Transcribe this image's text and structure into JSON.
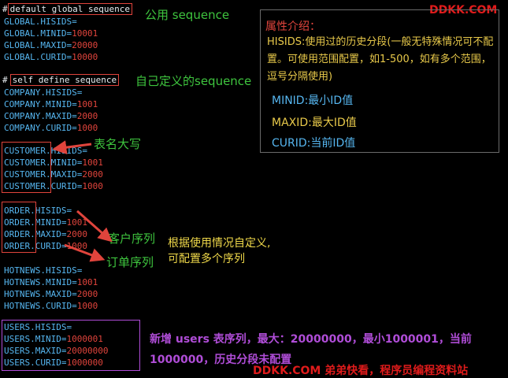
{
  "brand": {
    "top": "DDKK.COM",
    "bottom": "DDKK.COM 弟弟快看，程序员编程资料站",
    "color": "#e01b1b"
  },
  "colors": {
    "key_blue": "#56b6f0",
    "value_red": "#e0443c",
    "annotation_green": "#3ec43e",
    "annotation_yellow": "#f0d94a",
    "annotation_purple": "#b04dd8",
    "background": "#000000"
  },
  "code": {
    "default_header": "default global sequence",
    "self_header": "self define sequence",
    "global": [
      {
        "key": "GLOBAL.HISIDS=",
        "value": ""
      },
      {
        "key": "GLOBAL.MINID=",
        "value": "10001"
      },
      {
        "key": "GLOBAL.MAXID=",
        "value": "20000"
      },
      {
        "key": "GLOBAL.CURID=",
        "value": "10000"
      }
    ],
    "company": [
      {
        "key": "COMPANY.HISIDS=",
        "value": ""
      },
      {
        "key": "COMPANY.MINID=",
        "value": "1001"
      },
      {
        "key": "COMPANY.MAXID=",
        "value": "2000"
      },
      {
        "key": "COMPANY.CURID=",
        "value": "1000"
      }
    ],
    "customer": [
      {
        "key": "CUSTOMER.HISIDS=",
        "value": ""
      },
      {
        "key": "CUSTOMER.MINID=",
        "value": "1001"
      },
      {
        "key": "CUSTOMER.MAXID=",
        "value": "2000"
      },
      {
        "key": "CUSTOMER.CURID=",
        "value": "1000"
      }
    ],
    "order": [
      {
        "key": "ORDER.HISIDS=",
        "value": ""
      },
      {
        "key": "ORDER.MINID=",
        "value": "1001"
      },
      {
        "key": "ORDER.MAXID=",
        "value": "2000"
      },
      {
        "key": "ORDER.CURID=",
        "value": "1000"
      }
    ],
    "hotnews": [
      {
        "key": "HOTNEWS.HISIDS=",
        "value": ""
      },
      {
        "key": "HOTNEWS.MINID=",
        "value": "1001"
      },
      {
        "key": "HOTNEWS.MAXID=",
        "value": "2000"
      },
      {
        "key": "HOTNEWS.CURID=",
        "value": "1000"
      }
    ],
    "users": [
      {
        "key": "USERS.HISIDS=",
        "value": ""
      },
      {
        "key": "USERS.MINID=",
        "value": "1000001"
      },
      {
        "key": "USERS.MAXID=",
        "value": "20000000"
      },
      {
        "key": "USERS.CURID=",
        "value": "1000000"
      }
    ]
  },
  "annotations": {
    "public_sequence": "公用 sequence",
    "custom_sequence": "自己定义的sequence",
    "table_upper": "表名大写",
    "customer_seq": "客户序列",
    "order_seq": "订单序列",
    "custom_define_line1": "根据使用情况自定义,",
    "custom_define_line2": "可配置多个序列",
    "users_note": "新增 users 表序列，最大：20000000，最小1000001，当前1000000，历史分段未配置"
  },
  "properties": {
    "title": "属性介绍：",
    "hisids_desc": "HISIDS:使用过的历史分段(一般无特殊情况可不配置。可使用范围配置，如1-500，如有多个范围，逗号分隔使用)",
    "minid": "MINID:最小ID值",
    "maxid": "MAXID:最大ID值",
    "curid": "CURID:当前ID值"
  }
}
